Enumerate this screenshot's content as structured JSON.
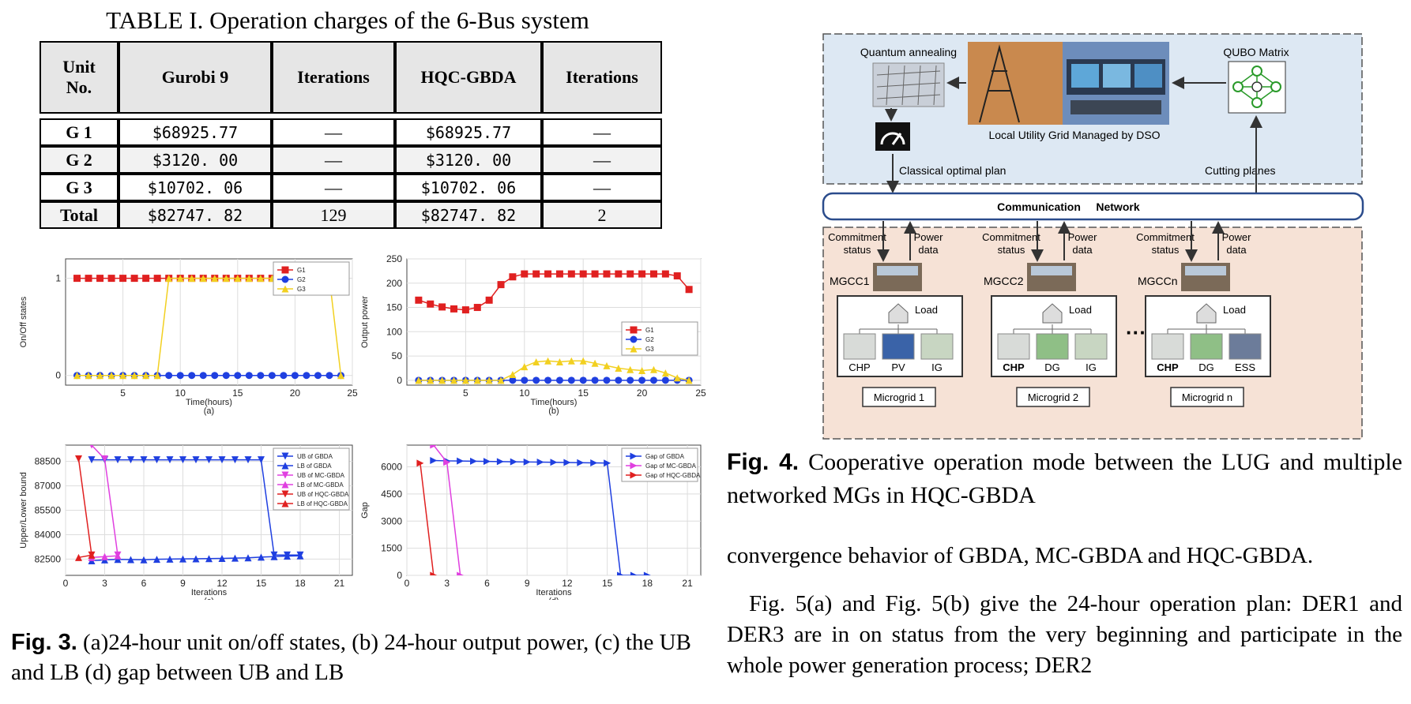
{
  "table": {
    "title": "TABLE I. Operation charges of the 6-Bus system",
    "headers": [
      "Unit\nNo.",
      "Gurobi 9",
      "Iterations",
      "HQC-GBDA",
      "Iterations"
    ],
    "rows": [
      {
        "unit": "G 1",
        "gurobi": "$68925.77",
        "it1": "—",
        "hqc": "$68925.77",
        "it2": "—"
      },
      {
        "unit": "G 2",
        "gurobi": "$3120. 00",
        "it1": "—",
        "hqc": "$3120. 00",
        "it2": "—"
      },
      {
        "unit": "G 3",
        "gurobi": "$10702. 06",
        "it1": "—",
        "hqc": "$10702. 06",
        "it2": "—"
      },
      {
        "unit": "Total",
        "gurobi": "$82747. 82",
        "it1": "129",
        "hqc": "$82747. 82",
        "it2": "2"
      }
    ]
  },
  "chart_data": [
    {
      "id": "a",
      "type": "line",
      "panel_label": "(a)",
      "xlabel": "Time(hours)",
      "ylabel": "On/Off states",
      "xlim": [
        0,
        25
      ],
      "ylim": [
        -0.1,
        1.2
      ],
      "xticks": [
        5,
        10,
        15,
        20,
        25
      ],
      "yticks": [
        0,
        1
      ],
      "x": [
        1,
        2,
        3,
        4,
        5,
        6,
        7,
        8,
        9,
        10,
        11,
        12,
        13,
        14,
        15,
        16,
        17,
        18,
        19,
        20,
        21,
        22,
        23,
        24
      ],
      "series": [
        {
          "name": "G1",
          "color": "#e02020",
          "marker": "square",
          "values": [
            1,
            1,
            1,
            1,
            1,
            1,
            1,
            1,
            1,
            1,
            1,
            1,
            1,
            1,
            1,
            1,
            1,
            1,
            1,
            1,
            1,
            1,
            1,
            1
          ]
        },
        {
          "name": "G2",
          "color": "#1f3fe0",
          "marker": "circle",
          "values": [
            0,
            0,
            0,
            0,
            0,
            0,
            0,
            0,
            0,
            0,
            0,
            0,
            0,
            0,
            0,
            0,
            0,
            0,
            0,
            0,
            0,
            0,
            0,
            0
          ]
        },
        {
          "name": "G3",
          "color": "#f2d020",
          "marker": "triangle",
          "values": [
            0,
            0,
            0,
            0,
            0,
            0,
            0,
            0,
            1,
            1,
            1,
            1,
            1,
            1,
            1,
            1,
            1,
            1,
            1,
            1,
            1,
            1,
            1,
            0
          ]
        }
      ]
    },
    {
      "id": "b",
      "type": "line",
      "panel_label": "(b)",
      "xlabel": "Time(hours)",
      "ylabel": "Output power",
      "xlim": [
        0,
        25
      ],
      "ylim": [
        -10,
        250
      ],
      "xticks": [
        5,
        10,
        15,
        20,
        25
      ],
      "yticks": [
        0,
        50,
        100,
        150,
        200,
        250
      ],
      "x": [
        1,
        2,
        3,
        4,
        5,
        6,
        7,
        8,
        9,
        10,
        11,
        12,
        13,
        14,
        15,
        16,
        17,
        18,
        19,
        20,
        21,
        22,
        23,
        24
      ],
      "series": [
        {
          "name": "G1",
          "color": "#e02020",
          "marker": "square",
          "values": [
            165,
            157,
            151,
            147,
            145,
            150,
            165,
            197,
            213,
            219,
            219,
            219,
            219,
            219,
            219,
            219,
            219,
            219,
            219,
            219,
            219,
            219,
            215,
            187
          ]
        },
        {
          "name": "G2",
          "color": "#1f3fe0",
          "marker": "circle",
          "values": [
            0,
            0,
            0,
            0,
            0,
            0,
            0,
            0,
            0,
            0,
            0,
            0,
            0,
            0,
            0,
            0,
            0,
            0,
            0,
            0,
            0,
            0,
            0,
            0
          ]
        },
        {
          "name": "G3",
          "color": "#f2d020",
          "marker": "triangle",
          "values": [
            0,
            0,
            0,
            0,
            0,
            0,
            0,
            0,
            12,
            28,
            38,
            40,
            38,
            40,
            40,
            35,
            30,
            25,
            22,
            20,
            22,
            15,
            5,
            0
          ]
        }
      ]
    },
    {
      "id": "c",
      "type": "line",
      "panel_label": "(c)",
      "xlabel": "Iterations",
      "ylabel": "Upper/Lower bound",
      "xlim": [
        0,
        22
      ],
      "ylim": [
        81500,
        89500
      ],
      "xticks": [
        0,
        3,
        6,
        9,
        12,
        15,
        18,
        21
      ],
      "yticks": [
        82500,
        84000,
        85500,
        87000,
        88500
      ],
      "series": [
        {
          "name": "UB of GBDA",
          "color": "#1f3fe0",
          "marker": "tri-down",
          "x": [
            2,
            3,
            4,
            5,
            6,
            7,
            8,
            9,
            10,
            11,
            12,
            13,
            14,
            15,
            16,
            17,
            18
          ],
          "values": [
            88600,
            88600,
            88600,
            88600,
            88600,
            88600,
            88600,
            88600,
            88600,
            88600,
            88600,
            88600,
            88600,
            88600,
            82750,
            82750,
            82750
          ]
        },
        {
          "name": "LB of GBDA",
          "color": "#1f3fe0",
          "marker": "tri-up",
          "x": [
            2,
            3,
            4,
            5,
            6,
            7,
            8,
            9,
            10,
            11,
            12,
            13,
            14,
            15,
            16,
            17,
            18
          ],
          "values": [
            82400,
            82450,
            82480,
            82470,
            82460,
            82490,
            82500,
            82510,
            82520,
            82530,
            82540,
            82560,
            82580,
            82620,
            82650,
            82680,
            82700
          ]
        },
        {
          "name": "UB of MC-GBDA",
          "color": "#e040e0",
          "marker": "tri-down",
          "x": [
            2,
            3,
            4
          ],
          "values": [
            89500,
            88650,
            82750
          ]
        },
        {
          "name": "LB of MC-GBDA",
          "color": "#e040e0",
          "marker": "tri-up",
          "x": [
            2,
            3,
            4
          ],
          "values": [
            82600,
            82650,
            82700
          ]
        },
        {
          "name": "UB of HQC-GBDA",
          "color": "#e02020",
          "marker": "tri-down",
          "x": [
            1,
            2
          ],
          "values": [
            88650,
            82750
          ]
        },
        {
          "name": "LB of HQC-GBDA",
          "color": "#e02020",
          "marker": "tri-up",
          "x": [
            1,
            2
          ],
          "values": [
            82600,
            82740
          ]
        }
      ]
    },
    {
      "id": "d",
      "type": "line",
      "panel_label": "(d)",
      "xlabel": "Iterations",
      "ylabel": "Gap",
      "xlim": [
        0,
        22
      ],
      "ylim": [
        0,
        7200
      ],
      "xticks": [
        0,
        3,
        6,
        9,
        12,
        15,
        18,
        21
      ],
      "yticks": [
        0,
        1500,
        3000,
        4500,
        6000
      ],
      "series": [
        {
          "name": "Gap of GBDA",
          "color": "#1f3fe0",
          "marker": "tri-right",
          "x": [
            2,
            3,
            4,
            5,
            6,
            7,
            8,
            9,
            10,
            11,
            12,
            13,
            14,
            15,
            16,
            17,
            18
          ],
          "values": [
            6350,
            6330,
            6320,
            6310,
            6300,
            6290,
            6280,
            6270,
            6260,
            6250,
            6240,
            6230,
            6220,
            6210,
            0,
            0,
            0
          ]
        },
        {
          "name": "Gap of MC-GBDA",
          "color": "#e040e0",
          "marker": "tri-right",
          "x": [
            2,
            3,
            4
          ],
          "values": [
            7200,
            6250,
            0
          ]
        },
        {
          "name": "Gap of HQC-GBDA",
          "color": "#e02020",
          "marker": "tri-right",
          "x": [
            1,
            2
          ],
          "values": [
            6200,
            0
          ]
        }
      ]
    }
  ],
  "fig3_caption": {
    "label": "Fig. 3.",
    "text": " (a)24-hour unit on/off states, (b) 24-hour output power, (c) the UB and LB (d) gap between UB and LB"
  },
  "fig4": {
    "quantum_annealing": "Quantum annealing",
    "qubo_matrix": "QUBO Matrix",
    "lug_label": "Local Utility Grid Managed by DSO",
    "classical_plan": "Classical optimal plan",
    "cutting_planes": "Cutting planes",
    "comm_left": "Communication",
    "comm_right": "Network",
    "commitment": "Commitment",
    "status": "status",
    "power": "Power",
    "data": "data",
    "load": "Load",
    "dots": "···",
    "mgs": [
      {
        "mgcc": "MGCC1",
        "units": [
          "CHP",
          "PV",
          "IG"
        ],
        "name": "Microgrid 1"
      },
      {
        "mgcc": "MGCC2",
        "units": [
          "CHP",
          "DG",
          "IG"
        ],
        "name": "Microgrid 2"
      },
      {
        "mgcc": "MGCCn",
        "units": [
          "CHP",
          "DG",
          "ESS"
        ],
        "name": "Microgrid n"
      }
    ]
  },
  "fig4_caption": {
    "label": "Fig. 4.",
    "text": " Cooperative operation mode between the LUG and multiple networked MGs in HQC-GBDA"
  },
  "body": {
    "p1": "convergence behavior of GBDA, MC-GBDA and HQC-GBDA.",
    "p2": "Fig. 5(a) and Fig. 5(b) give the 24-hour operation plan: DER1 and DER3 are in on status from the very beginning and participate in the whole power generation process; DER2"
  },
  "colors": {
    "red": "#e02020",
    "blue": "#1f3fe0",
    "yellow": "#f2d020",
    "magenta": "#e040e0",
    "lug_bg": "#dde8f3",
    "mg_bg": "#f6e2d6",
    "comm_border": "#2b4c8c"
  }
}
